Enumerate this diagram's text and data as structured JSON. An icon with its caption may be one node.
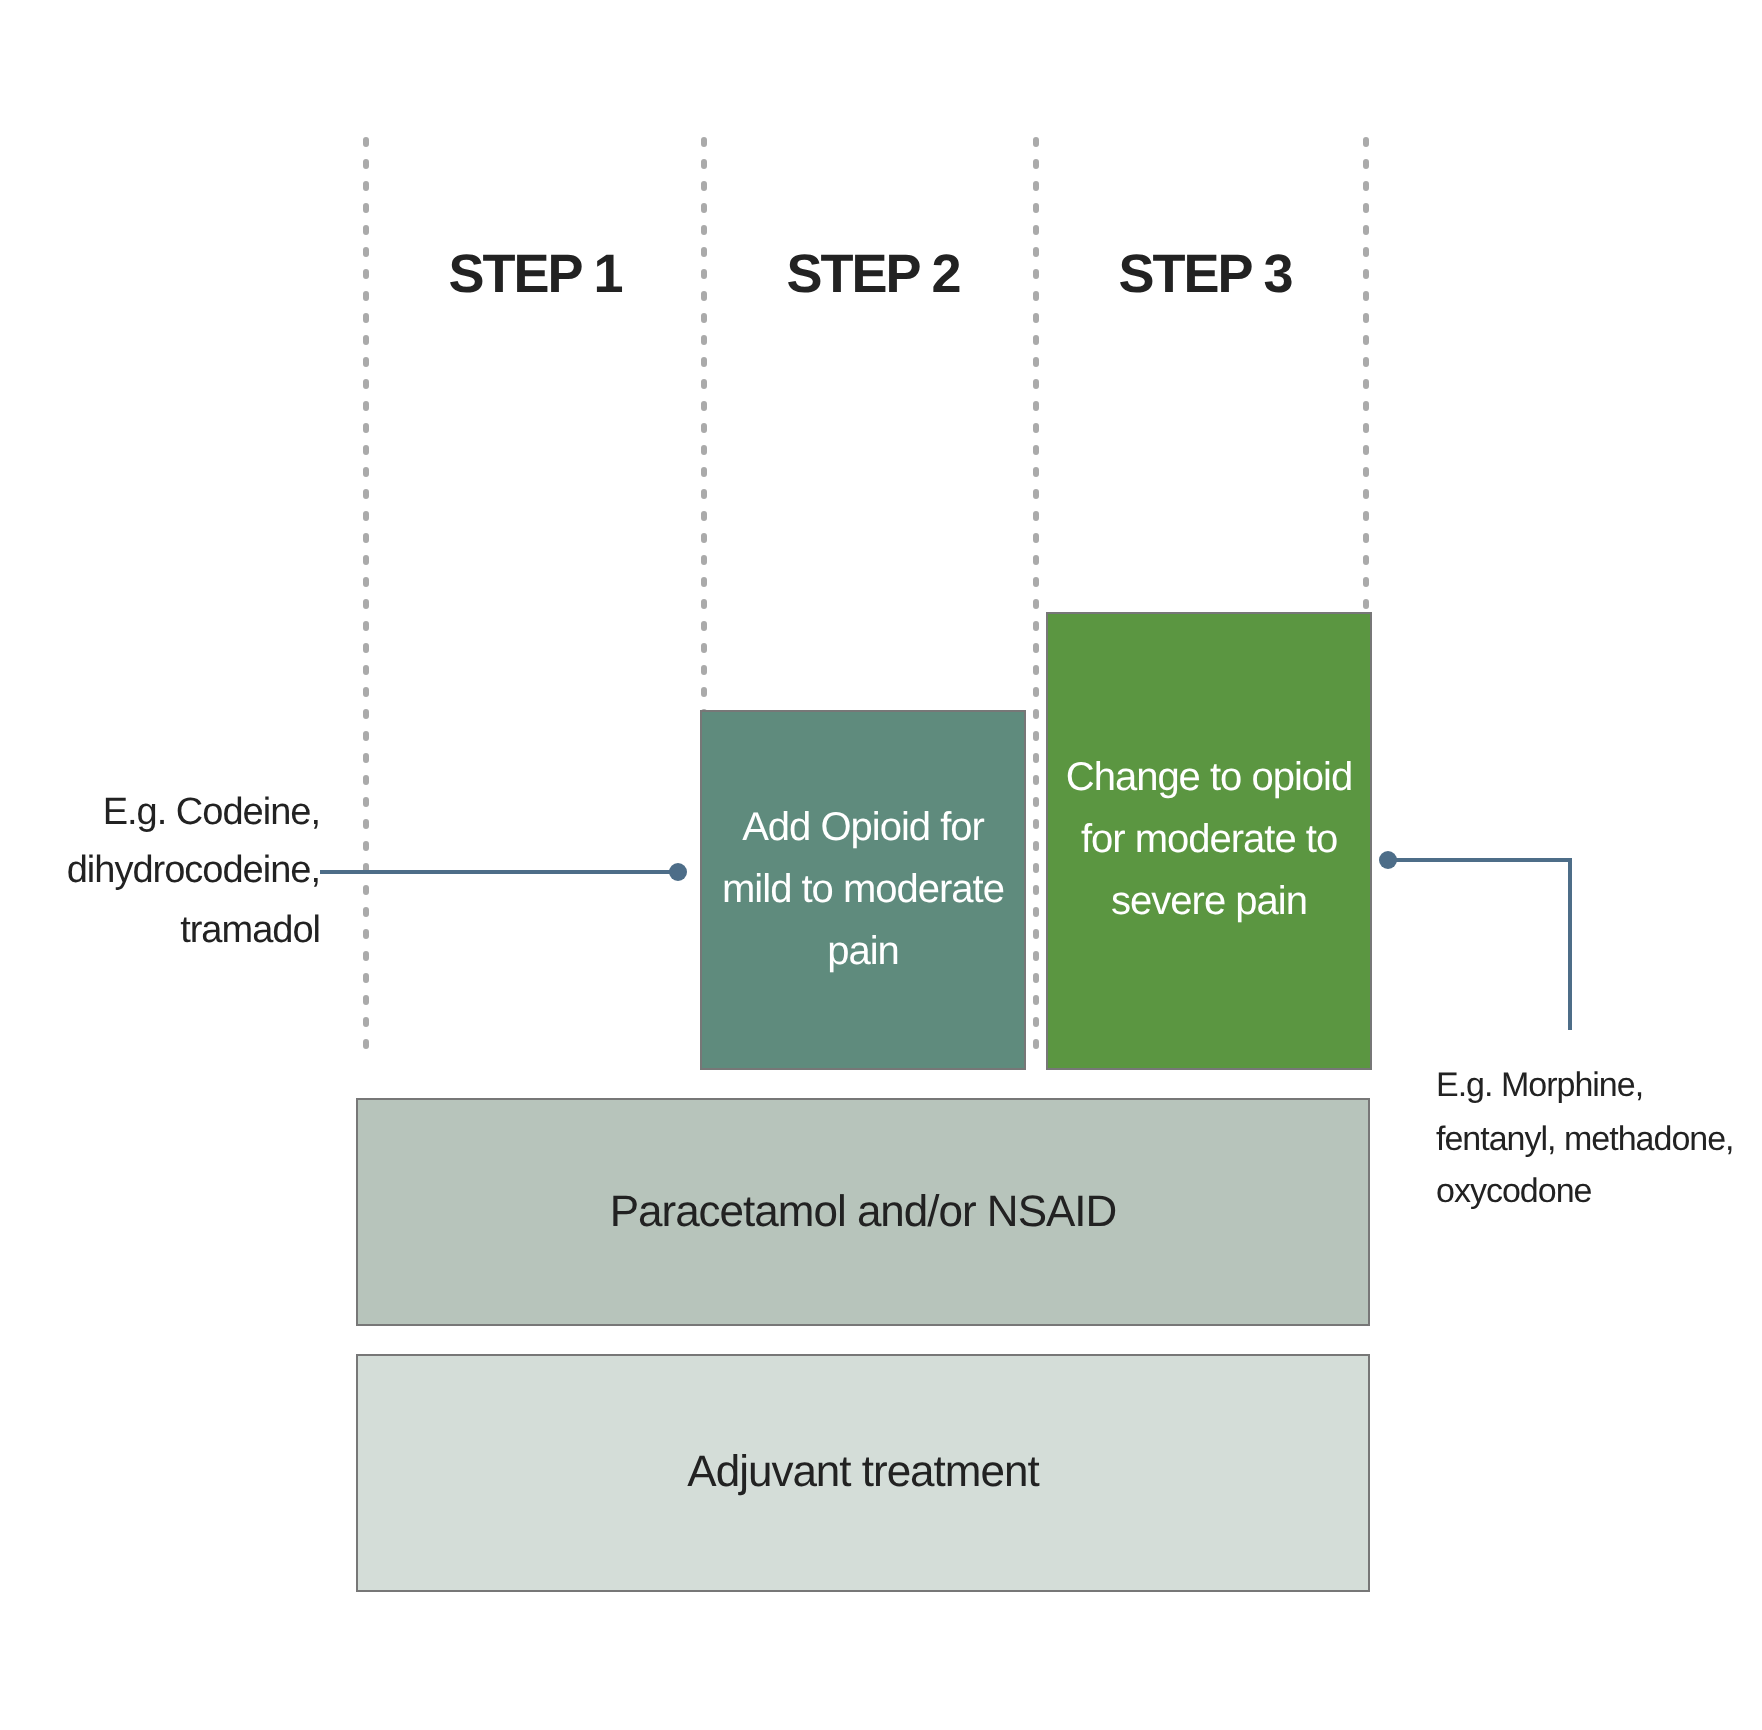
{
  "diagram": {
    "nodes": [
      {
        "text": [
          "E.g. Codeine, dihydrocodeine, tramadol"
        ]
      },
      {
        "text": [
          "Add Opioid for mild to moderate pain"
        ]
      },
      {
        "text": [
          "Change to opioid for moderate to severe pain"
        ]
      },
      {
        "text": [
          "E.g. Morphine, fentanyl, methadone, oxycodone"
        ]
      },
      {
        "text": [
          "Paracetamol and/or NSAID"
        ]
      },
      {
        "text": [
          "Adjuvant treatment"
        ]
      }
    ],
    "edges": [
      {
        "from": 0,
        "to": 1,
        "arrow": "other"
      },
      {
        "from": 3,
        "to": 2,
        "arrow": "other"
      }
    ],
    "labels": [
      "STEP 1",
      "STEP 2",
      "STEP 3"
    ]
  }
}
